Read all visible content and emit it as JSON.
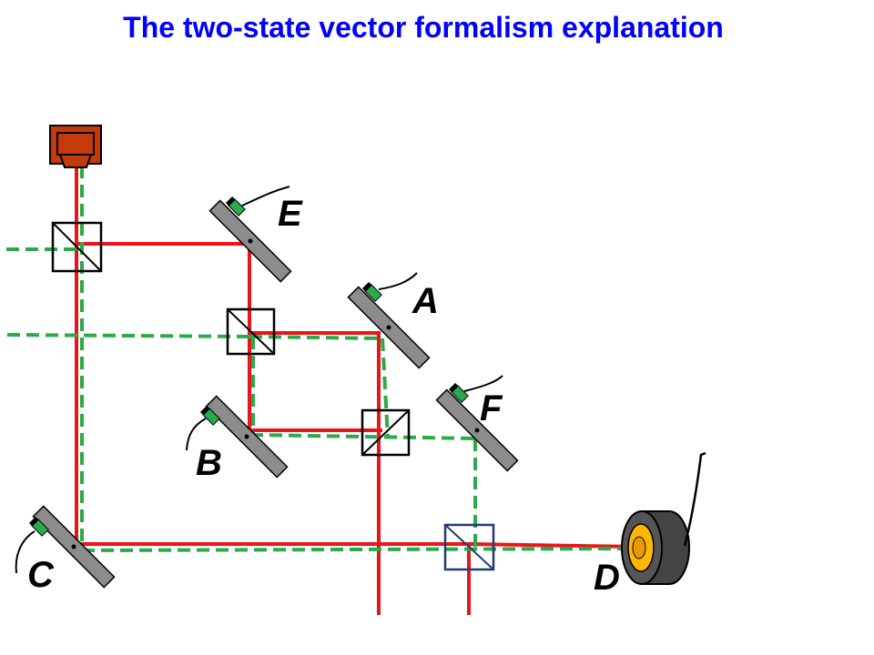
{
  "title": "The two-state vector formalism explanation",
  "colors": {
    "title": "#0000ff",
    "forward_beam": "#e8161b",
    "backward_beam": "#2aaa4a",
    "source": "#c53a0c",
    "detector_ring": "#ffb700",
    "mirror": "#8c8c8c"
  },
  "labels": {
    "E": "E",
    "A": "A",
    "F": "F",
    "B": "B",
    "C": "C",
    "D": "D"
  },
  "icons": {
    "source": "laser-source-icon",
    "detector": "photon-detector-icon",
    "mirror": "mirror-icon",
    "beam_splitter": "beam-splitter-icon"
  }
}
